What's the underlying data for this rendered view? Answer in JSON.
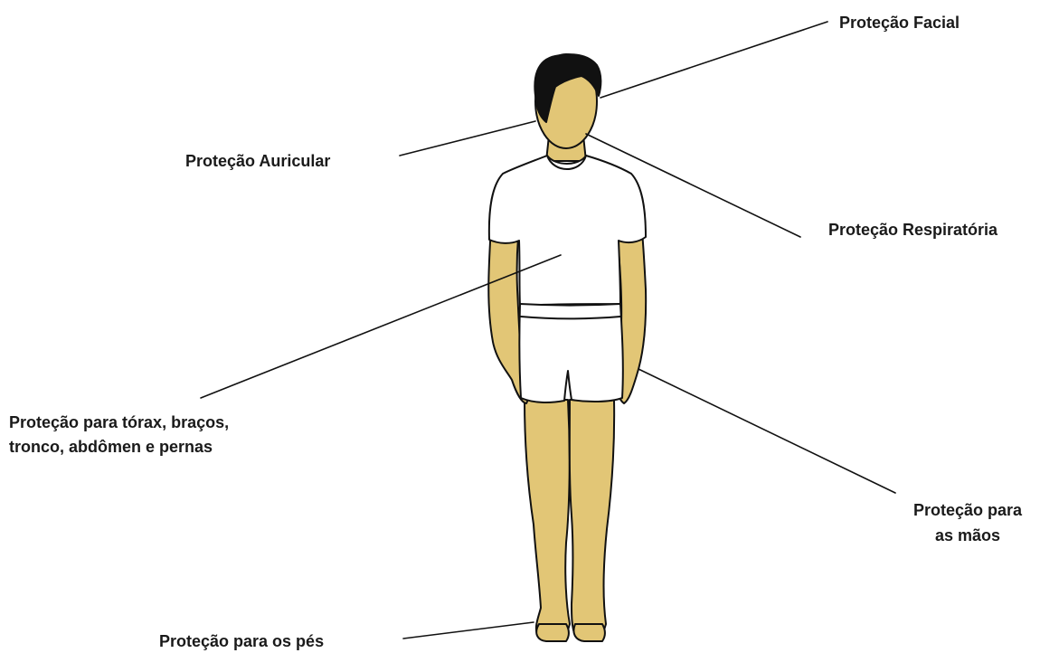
{
  "labels": {
    "facial": "Proteção Facial",
    "auricular": "Proteção  Auricular",
    "respiratoria": "Proteção Respiratória",
    "torax_line1": "Proteção para tórax, braços,",
    "torax_line2": "tronco, abdômen e pernas",
    "maos_line1": "Proteção para",
    "maos_line2": "as mãos",
    "pes": "Proteção para os pés"
  },
  "colors": {
    "skin": "#e2c676",
    "outline": "#111111",
    "hair": "#111111",
    "clothing": "#ffffff"
  }
}
